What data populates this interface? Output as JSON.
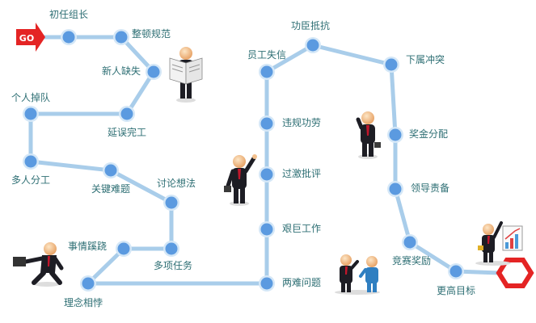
{
  "start": {
    "label": "GO",
    "color": "#e42424"
  },
  "path_color": "#a9cdea",
  "node_color": "#5b9ae0",
  "label_color": "#2e6f74",
  "stages": [
    {
      "id": "n1",
      "label": "初任组长"
    },
    {
      "id": "n2",
      "label": "整顿规范"
    },
    {
      "id": "n3",
      "label": "新人缺失"
    },
    {
      "id": "n4",
      "label": "延误完工"
    },
    {
      "id": "n5",
      "label": "个人掉队"
    },
    {
      "id": "n6",
      "label": "多人分工"
    },
    {
      "id": "n7",
      "label": "关键难题"
    },
    {
      "id": "n8",
      "label": "讨论想法"
    },
    {
      "id": "n9",
      "label": "多项任务"
    },
    {
      "id": "n10",
      "label": "事情蹊跷"
    },
    {
      "id": "n11",
      "label": "理念相悖"
    },
    {
      "id": "n12",
      "label": "两难问题"
    },
    {
      "id": "n13",
      "label": "艰巨工作"
    },
    {
      "id": "n14",
      "label": "过激批评"
    },
    {
      "id": "n15",
      "label": "违规功劳"
    },
    {
      "id": "n16",
      "label": "员工失信"
    },
    {
      "id": "n17",
      "label": "功臣抵抗"
    },
    {
      "id": "n18",
      "label": "下属冲突"
    },
    {
      "id": "n19",
      "label": "奖金分配"
    },
    {
      "id": "n20",
      "label": "领导责备"
    },
    {
      "id": "n21",
      "label": "竞赛奖励"
    },
    {
      "id": "n22",
      "label": "更高目标"
    }
  ],
  "end": {
    "color": "#e42424"
  },
  "figures": [
    {
      "id": "reading-newspaper-man"
    },
    {
      "id": "waving-man"
    },
    {
      "id": "phone-call-man"
    },
    {
      "id": "running-man"
    },
    {
      "id": "two-men-talking"
    },
    {
      "id": "presenting-chart-man"
    }
  ]
}
